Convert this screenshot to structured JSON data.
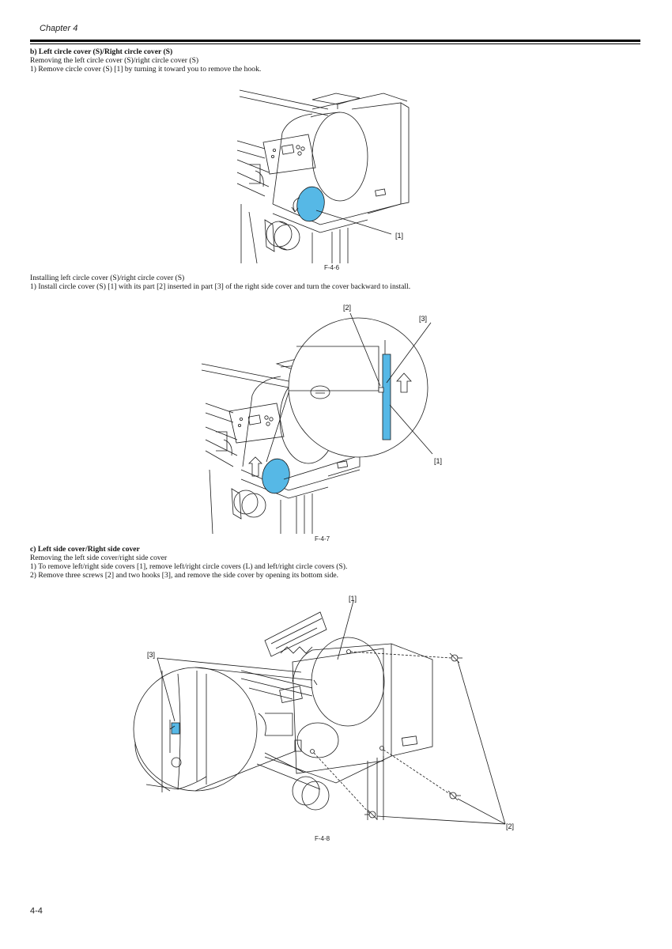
{
  "header": {
    "chapter": "Chapter 4"
  },
  "section_b": {
    "title": "b) Left circle cover (S)/Right circle cover (S)",
    "remove_heading": "Removing the left circle cover (S)/right circle cover (S)",
    "remove_step1": "1) Remove circle cover (S) [1] by turning it toward you to remove the hook.",
    "fig1": {
      "caption": "F-4-6",
      "labels": [
        "[1]"
      ]
    },
    "install_heading": "Installing left circle cover (S)/right circle cover (S)",
    "install_step1": "1) Install circle cover (S) [1] with its part [2] inserted in part [3] of the right side cover and turn the cover backward to install.",
    "fig2": {
      "caption": "F-4-7",
      "labels": [
        "[2]",
        "[3]",
        "[1]"
      ]
    }
  },
  "section_c": {
    "title": "c) Left side cover/Right side cover",
    "remove_heading": "Removing the left side cover/right side cover",
    "step1": "1) To remove left/right side covers [1], remove left/right circle covers (L) and left/right circle covers (S).",
    "step2": "2) Remove three screws [2] and two hooks [3], and remove the side cover by opening its bottom side.",
    "fig3": {
      "caption": "F-4-8",
      "labels": [
        "[1]",
        "[3]",
        "[2]"
      ]
    }
  },
  "footer": {
    "page_number": "4-4"
  },
  "colors": {
    "highlight_blue": "#56b8e6",
    "line": "#1a1a1a"
  }
}
